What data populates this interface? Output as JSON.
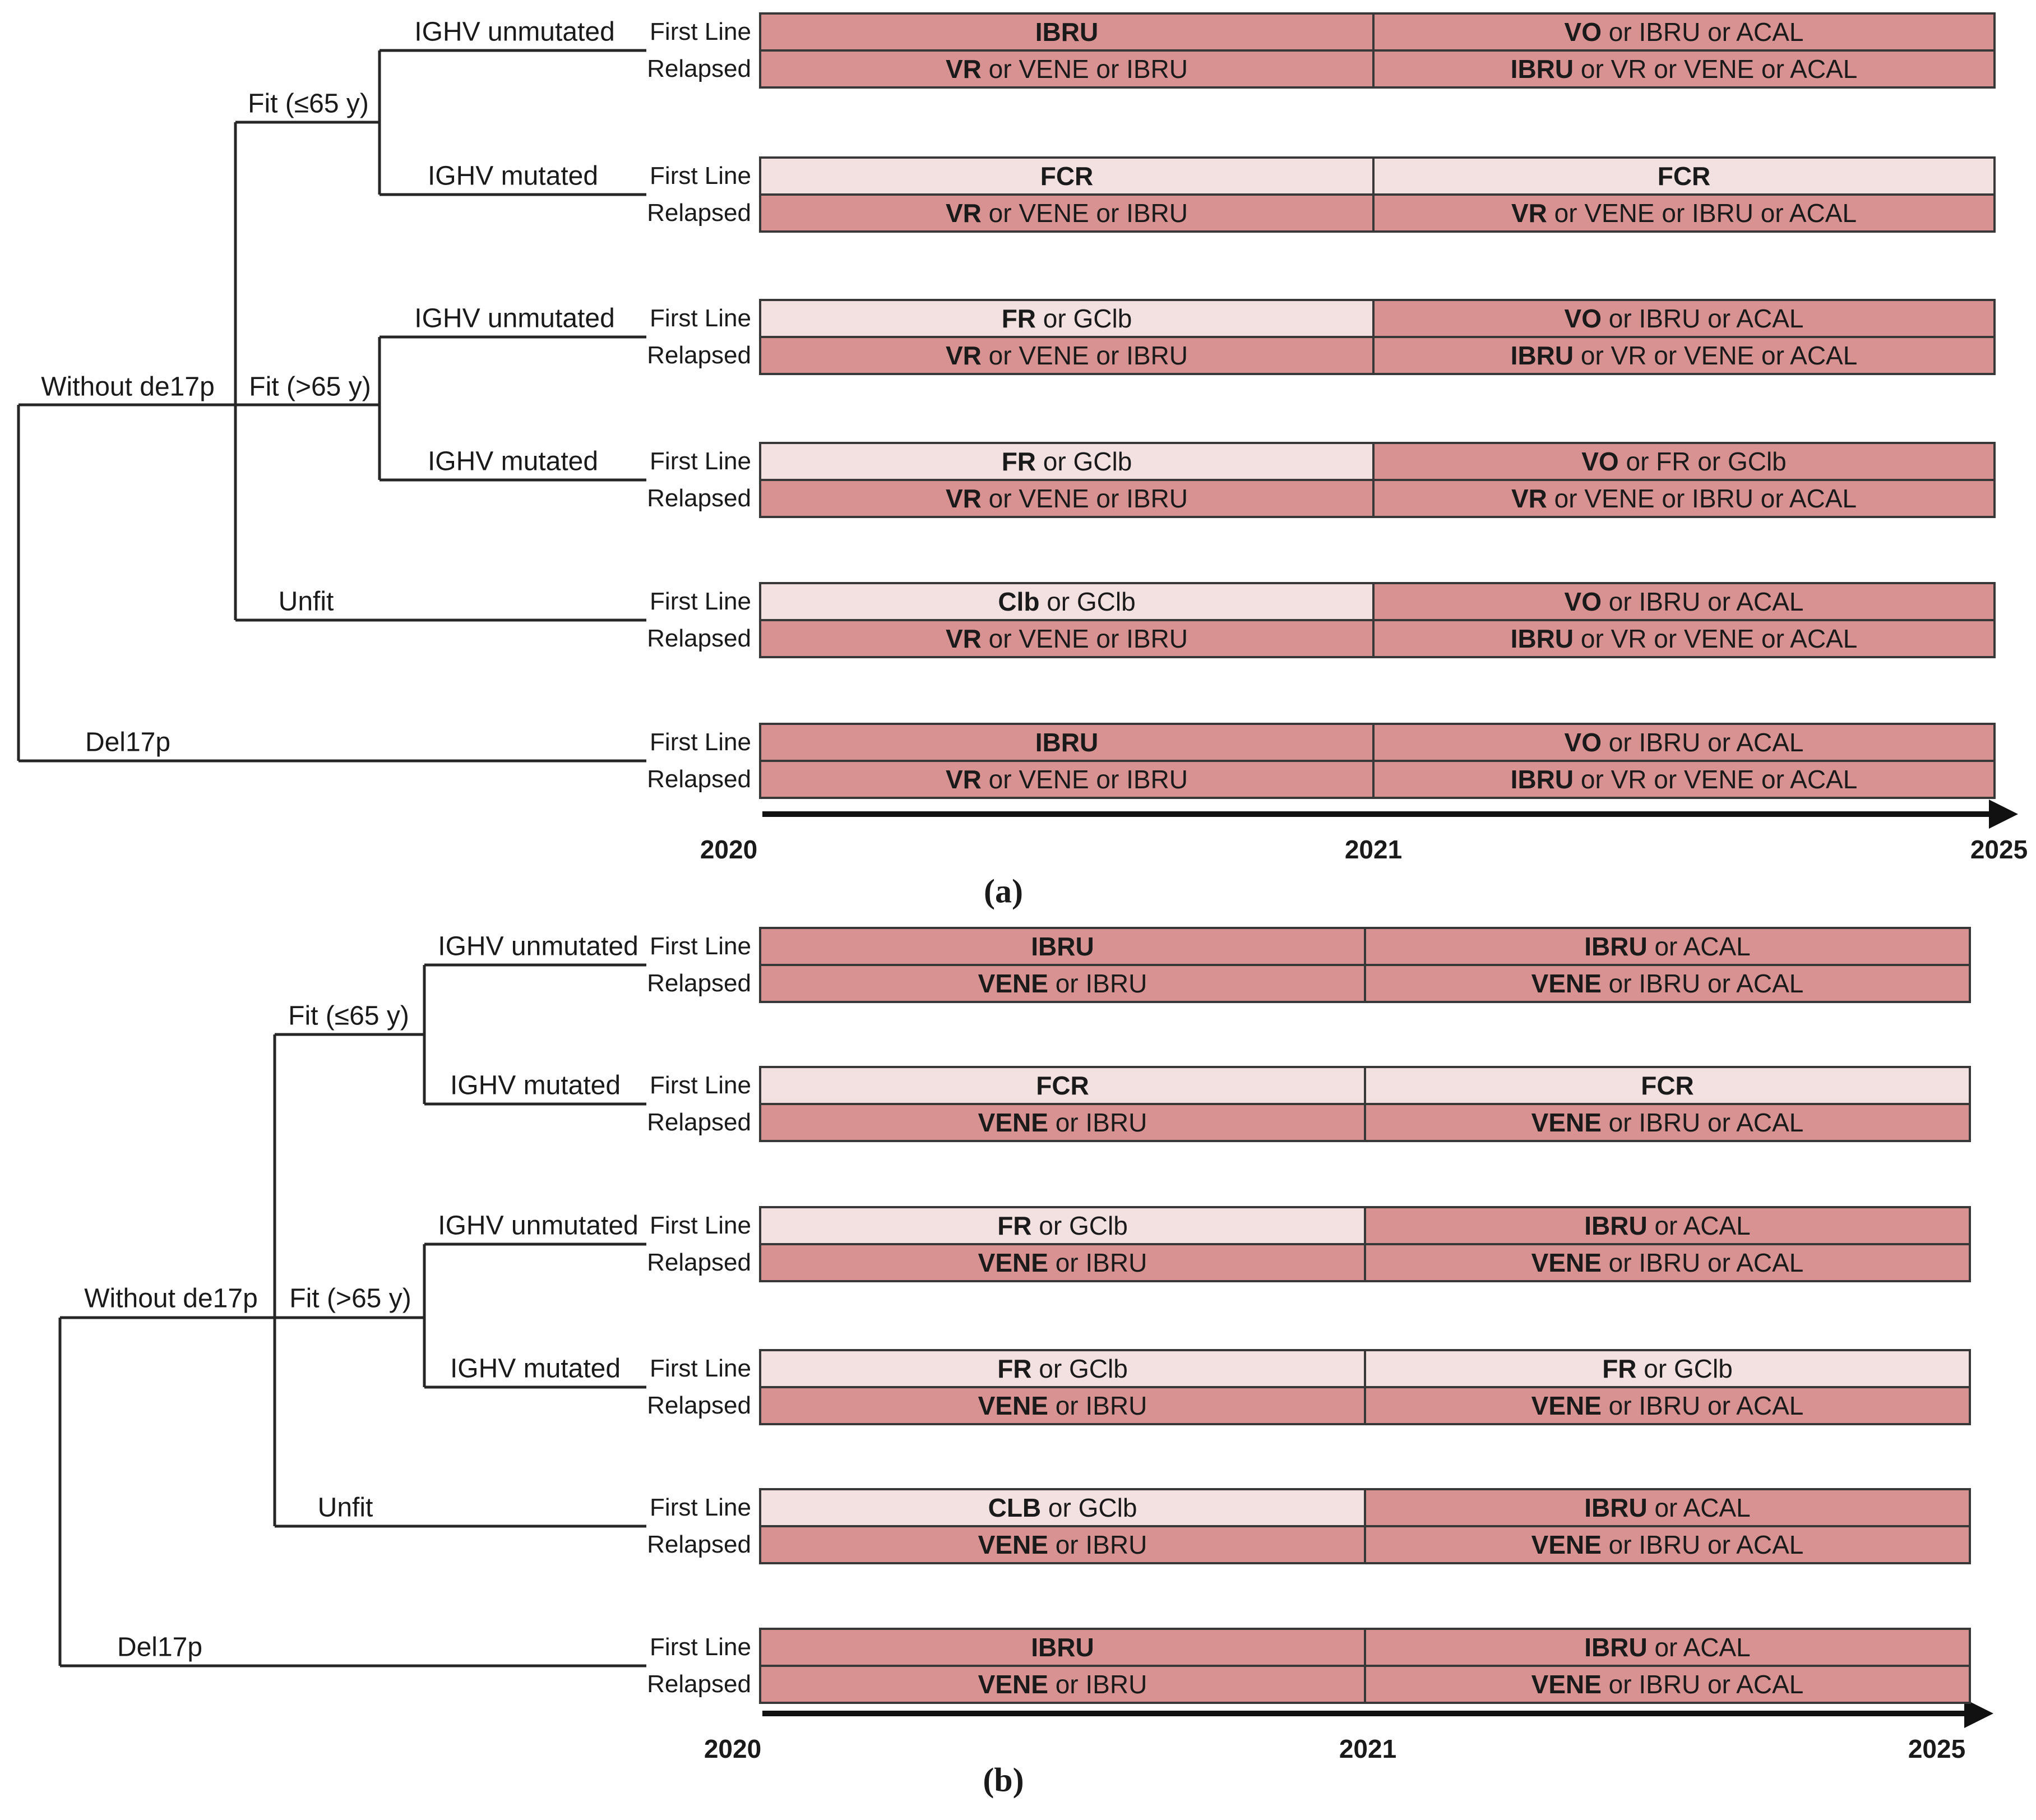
{
  "colors": {
    "bar-dark": "#d89292",
    "bar-light": "#f3e1e1",
    "bar-border": "#383838",
    "line": "#262626",
    "ink": "#1a1a1a"
  },
  "labels": {
    "first_line": "First Line",
    "relapsed": "Relapsed"
  },
  "panels": [
    {
      "caption": "(a)",
      "tree": {
        "root": "Without de17p",
        "del17p": "Del17p",
        "fit_young": "Fit (≤65 y)",
        "fit_old": "Fit (>65 y)",
        "unfit": "Unfit",
        "ighv_unmutated": "IGHV unmutated",
        "ighv_mutated": "IGHV mutated"
      },
      "timeline": {
        "start": "2020",
        "mid": "2021",
        "end": "2025"
      },
      "groups": [
        {
          "fl": [
            {
              "b": "IBRU",
              "r": "",
              "s": "dark"
            },
            {
              "b": "VO",
              "r": " or IBRU or ACAL",
              "s": "dark"
            }
          ],
          "rel": [
            {
              "b": "VR",
              "r": " or VENE or IBRU",
              "s": "dark"
            },
            {
              "b": "IBRU",
              "r": " or VR or VENE or ACAL",
              "s": "dark"
            }
          ]
        },
        {
          "fl": [
            {
              "b": "FCR",
              "r": "",
              "s": "light"
            },
            {
              "b": "FCR",
              "r": "",
              "s": "light"
            }
          ],
          "rel": [
            {
              "b": "VR",
              "r": " or VENE or IBRU",
              "s": "dark"
            },
            {
              "b": "VR",
              "r": " or VENE or IBRU or ACAL",
              "s": "dark"
            }
          ]
        },
        {
          "fl": [
            {
              "b": "FR",
              "r": " or GClb",
              "s": "light"
            },
            {
              "b": "VO",
              "r": " or IBRU or ACAL",
              "s": "dark"
            }
          ],
          "rel": [
            {
              "b": "VR",
              "r": " or VENE or IBRU",
              "s": "dark"
            },
            {
              "b": "IBRU",
              "r": " or VR or VENE or ACAL",
              "s": "dark"
            }
          ]
        },
        {
          "fl": [
            {
              "b": "FR",
              "r": " or GClb",
              "s": "light"
            },
            {
              "b": "VO",
              "r": " or FR or GClb",
              "s": "dark"
            }
          ],
          "rel": [
            {
              "b": "VR",
              "r": " or VENE or IBRU",
              "s": "dark"
            },
            {
              "b": "VR",
              "r": " or VENE or IBRU or ACAL",
              "s": "dark"
            }
          ]
        },
        {
          "fl": [
            {
              "b": "Clb",
              "r": " or GClb",
              "s": "light"
            },
            {
              "b": "VO",
              "r": " or IBRU or ACAL",
              "s": "dark"
            }
          ],
          "rel": [
            {
              "b": "VR",
              "r": " or VENE or IBRU",
              "s": "dark"
            },
            {
              "b": "IBRU",
              "r": " or VR or VENE or ACAL",
              "s": "dark"
            }
          ]
        },
        {
          "fl": [
            {
              "b": "IBRU",
              "r": "",
              "s": "dark"
            },
            {
              "b": "VO",
              "r": " or IBRU or ACAL",
              "s": "dark"
            }
          ],
          "rel": [
            {
              "b": "VR",
              "r": " or VENE or IBRU",
              "s": "dark"
            },
            {
              "b": "IBRU",
              "r": " or VR or VENE or ACAL",
              "s": "dark"
            }
          ]
        }
      ]
    },
    {
      "caption": "(b)",
      "tree": {
        "root": "Without de17p",
        "del17p": "Del17p",
        "fit_young": "Fit (≤65 y)",
        "fit_old": "Fit (>65 y)",
        "unfit": "Unfit",
        "ighv_unmutated": "IGHV unmutated",
        "ighv_mutated": "IGHV mutated"
      },
      "timeline": {
        "start": "2020",
        "mid": "2021",
        "end": "2025"
      },
      "groups": [
        {
          "fl": [
            {
              "b": "IBRU",
              "r": "",
              "s": "dark"
            },
            {
              "b": "IBRU",
              "r": " or ACAL",
              "s": "dark"
            }
          ],
          "rel": [
            {
              "b": "VENE",
              "r": " or IBRU",
              "s": "dark"
            },
            {
              "b": "VENE",
              "r": " or IBRU or ACAL",
              "s": "dark"
            }
          ]
        },
        {
          "fl": [
            {
              "b": "FCR",
              "r": "",
              "s": "light"
            },
            {
              "b": "FCR",
              "r": "",
              "s": "light"
            }
          ],
          "rel": [
            {
              "b": "VENE",
              "r": " or IBRU",
              "s": "dark"
            },
            {
              "b": "VENE",
              "r": " or IBRU or ACAL",
              "s": "dark"
            }
          ]
        },
        {
          "fl": [
            {
              "b": "FR",
              "r": " or GClb",
              "s": "light"
            },
            {
              "b": "IBRU",
              "r": " or ACAL",
              "s": "dark"
            }
          ],
          "rel": [
            {
              "b": "VENE",
              "r": " or IBRU",
              "s": "dark"
            },
            {
              "b": "VENE",
              "r": " or IBRU or ACAL",
              "s": "dark"
            }
          ]
        },
        {
          "fl": [
            {
              "b": "FR",
              "r": " or GClb",
              "s": "light"
            },
            {
              "b": "FR",
              "r": " or GClb",
              "s": "light"
            }
          ],
          "rel": [
            {
              "b": "VENE",
              "r": " or IBRU",
              "s": "dark"
            },
            {
              "b": "VENE",
              "r": " or IBRU or ACAL",
              "s": "dark"
            }
          ]
        },
        {
          "fl": [
            {
              "b": "CLB",
              "r": " or GClb",
              "s": "light"
            },
            {
              "b": "IBRU",
              "r": " or ACAL",
              "s": "dark"
            }
          ],
          "rel": [
            {
              "b": "VENE",
              "r": " or IBRU",
              "s": "dark"
            },
            {
              "b": "VENE",
              "r": " or IBRU or ACAL",
              "s": "dark"
            }
          ]
        },
        {
          "fl": [
            {
              "b": "IBRU",
              "r": "",
              "s": "dark"
            },
            {
              "b": "IBRU",
              "r": " or ACAL",
              "s": "dark"
            }
          ],
          "rel": [
            {
              "b": "VENE",
              "r": " or IBRU",
              "s": "dark"
            },
            {
              "b": "VENE",
              "r": " or IBRU or ACAL",
              "s": "dark"
            }
          ]
        }
      ]
    }
  ]
}
